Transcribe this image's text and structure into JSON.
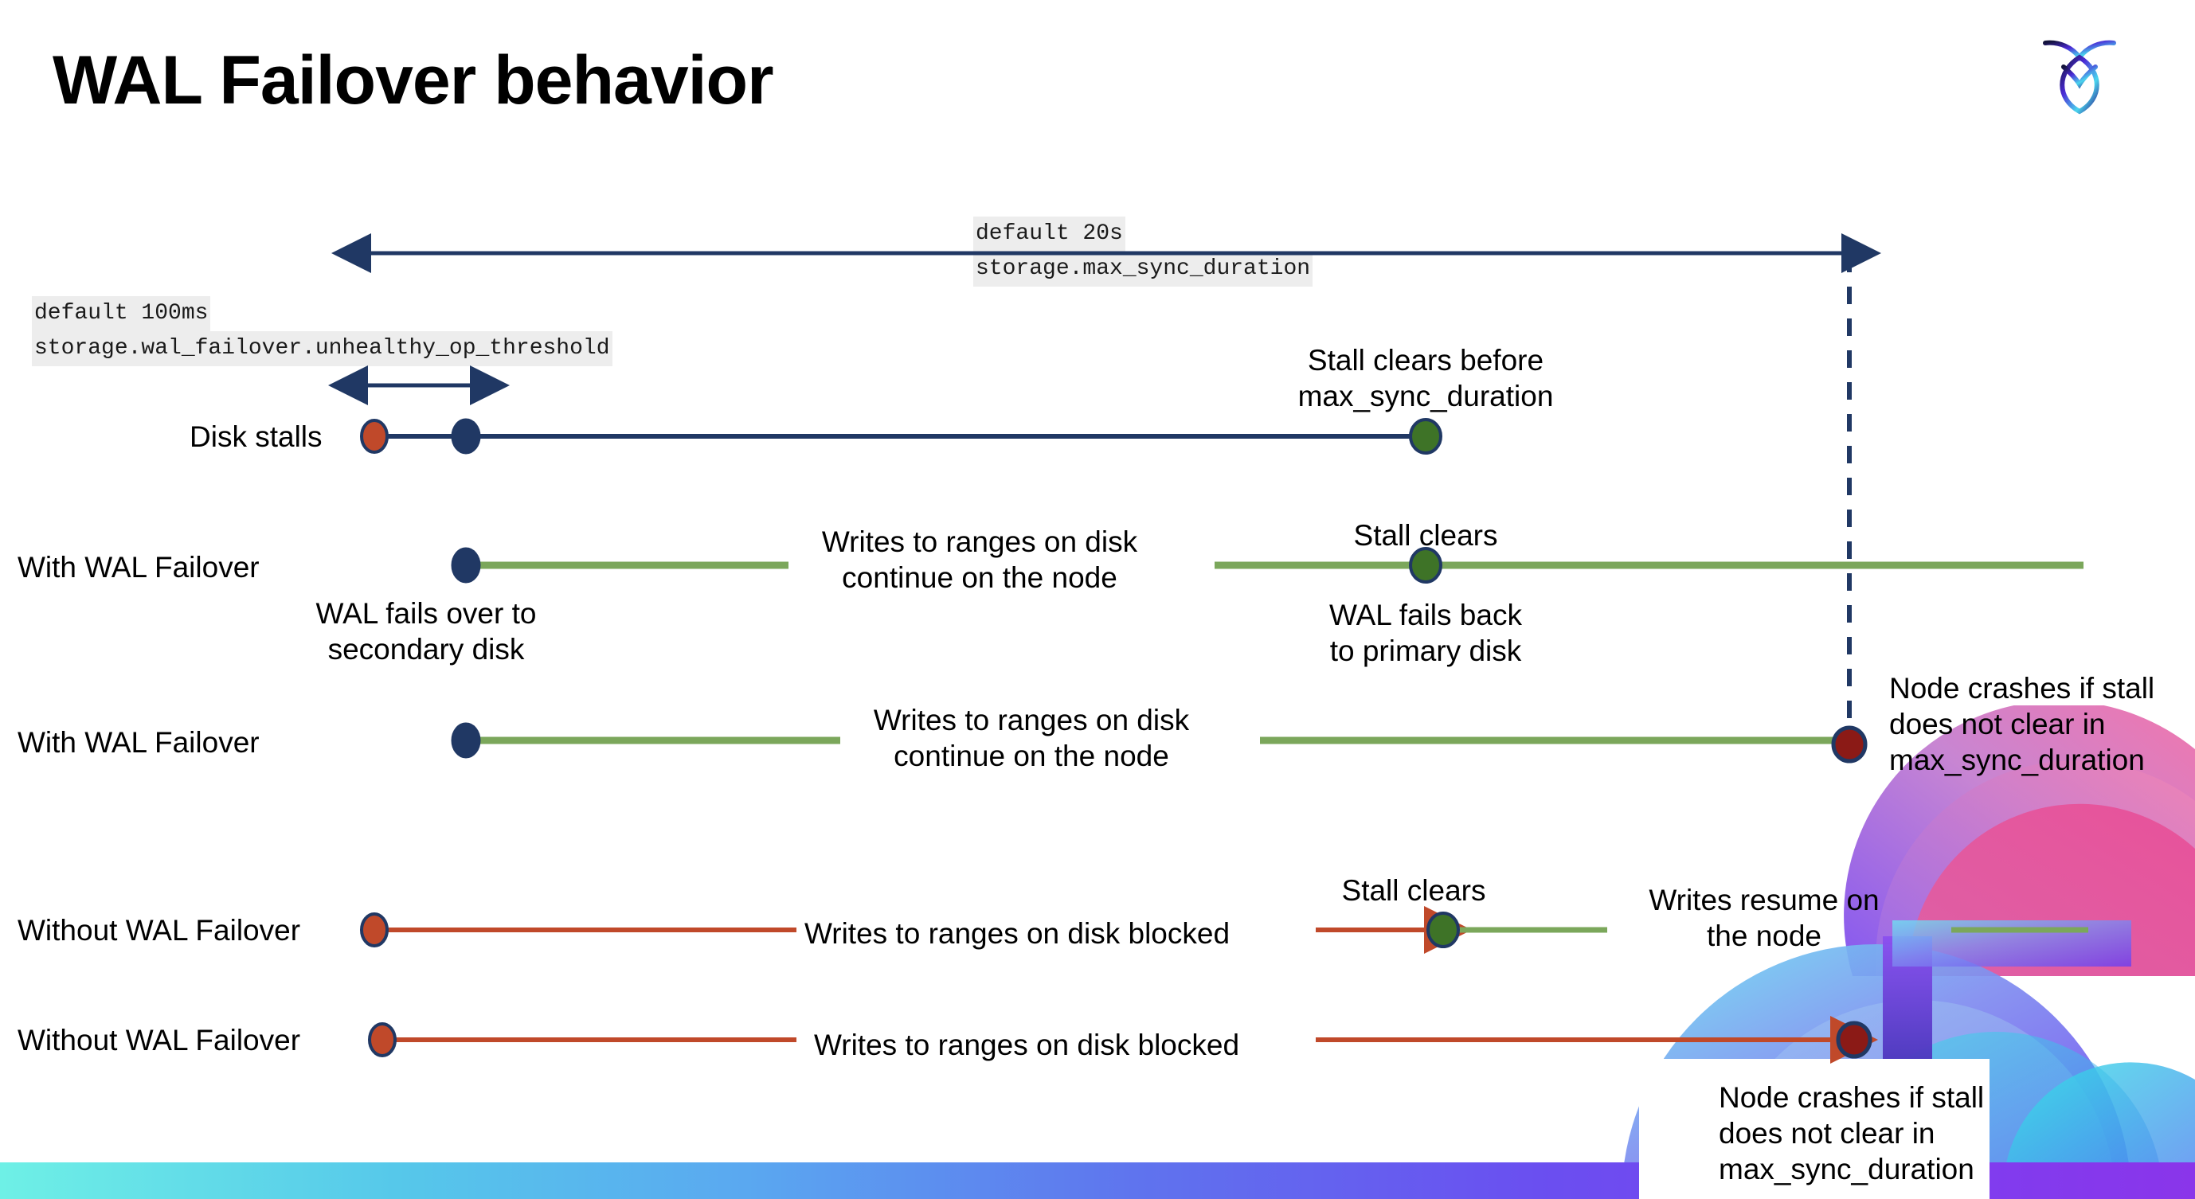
{
  "slide": {
    "title": "WAL Failover behavior",
    "logo_name": "cockroachdb-logo"
  },
  "settings": [
    {
      "id": "max-sync-duration",
      "default_label": "default 20s",
      "setting_name": "storage.max_sync_duration"
    },
    {
      "id": "unhealthy-op-threshold",
      "default_label": "default 100ms",
      "setting_name": "storage.wal_failover.unhealthy_op_threshold"
    }
  ],
  "rows": [
    {
      "id": "disk-stalls",
      "label": "Disk stalls",
      "annotations": [
        "Stall clears before",
        "max_sync_duration"
      ]
    },
    {
      "id": "with-wal-failover-recovers",
      "label": "With WAL Failover",
      "annotations": [
        "Writes to ranges on disk",
        "continue on the node",
        "Stall clears",
        "WAL fails over to",
        "secondary disk",
        "WAL fails  back",
        "to primary disk"
      ]
    },
    {
      "id": "with-wal-failover-crashes",
      "label": "With WAL Failover",
      "annotations": [
        "Writes to ranges on disk",
        "continue on the node",
        "Node crashes if stall",
        "does not clear in",
        "max_sync_duration"
      ]
    },
    {
      "id": "without-wal-failover-recovers",
      "label": "Without WAL Failover",
      "annotations": [
        "Writes to ranges on disk  blocked",
        "Stall clears",
        "Writes resume on",
        "the node"
      ]
    },
    {
      "id": "without-wal-failover-crashes",
      "label": "Without WAL Failover",
      "annotations": [
        "Writes to ranges on disk  blocked",
        "Node crashes if stall",
        "does not clear in",
        "max_sync_duration"
      ]
    }
  ],
  "annotations": {
    "stall_clears_before_l1": "Stall clears before",
    "stall_clears_before_l2": "max_sync_duration",
    "stall_clears": "Stall clears",
    "writes_continue_l1": "Writes to ranges on disk",
    "writes_continue_l2": "continue on the node",
    "wal_fails_over_l1": "WAL fails over to",
    "wal_fails_over_l2": "secondary disk",
    "wal_fails_back_l1": "WAL fails  back",
    "wal_fails_back_l2": "to primary disk",
    "node_crashes_l1": "Node crashes if stall",
    "node_crashes_l2": "does not clear in",
    "node_crashes_l3": "max_sync_duration",
    "writes_blocked": "Writes to ranges on disk  blocked",
    "writes_resume_l1": "Writes resume on",
    "writes_resume_l2": "the node"
  },
  "colors": {
    "navy": "#203864",
    "green_line": "#7ba75b",
    "green_dot": "#3e7327",
    "orange": "#c0492a",
    "dark_red": "#8b1a16",
    "code_bg": "#ededed",
    "bottom_bar_start": "#6ef0e6",
    "bottom_bar_end": "#8a35ea"
  }
}
